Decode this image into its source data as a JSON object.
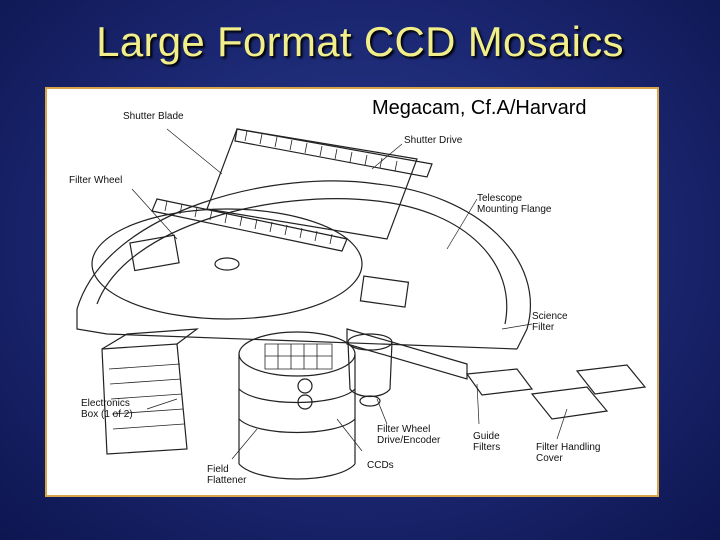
{
  "slide": {
    "title": "Large Format CCD Mosaics"
  },
  "figure": {
    "caption": "Megacam, Cf.A/Harvard",
    "labels": {
      "shutter_blade": [
        "Shutter Blade"
      ],
      "shutter_drive": [
        "Shutter Drive"
      ],
      "filter_wheel": [
        "Filter Wheel"
      ],
      "telescope_flange": [
        "Telescope",
        "Mounting Flange"
      ],
      "science_filter": [
        "Science",
        "Filter"
      ],
      "electronics_box": [
        "Electronics",
        "Box (1 of 2)"
      ],
      "filter_wheel_drive": [
        "Filter Wheel",
        "Drive/Encoder"
      ],
      "guide_filters": [
        "Guide",
        "Filters"
      ],
      "filter_handling_cover": [
        "Filter Handling",
        "Cover"
      ],
      "field_flattener": [
        "Field",
        "Flattener"
      ],
      "ccds": [
        "CCDs"
      ]
    }
  }
}
